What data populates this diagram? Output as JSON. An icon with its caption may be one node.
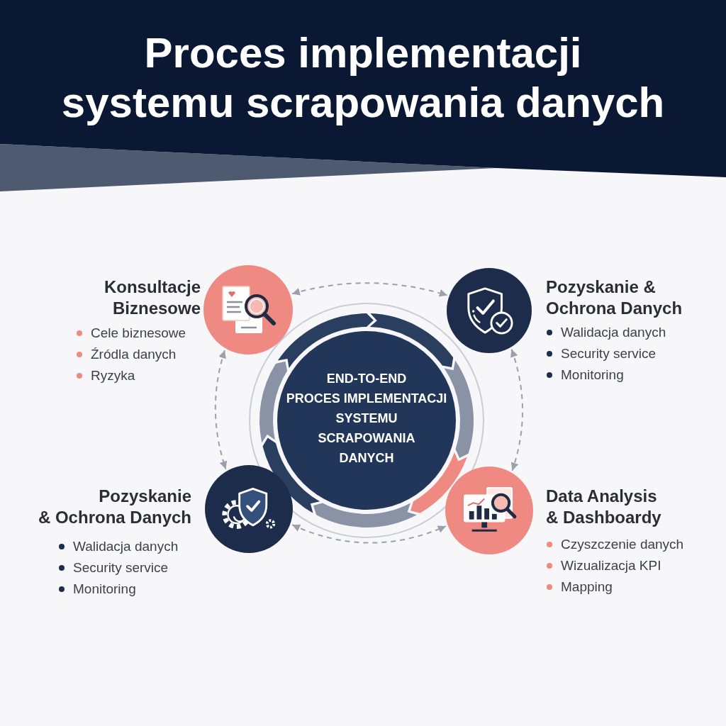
{
  "diagram": {
    "title": "Proces implementacji systemu scrapowania danych",
    "nodes": [
      {
        "text": [
          "Konsultacje Biznesowe",
          "Cele biznesowe",
          "Źródla danych",
          "Ryzyka"
        ]
      },
      {
        "text": [
          "Pozyskanie & Ochrona Danych",
          "Walidacja danych",
          "Security service",
          "Monitoring"
        ]
      },
      {
        "text": [
          "END-TO-END PROCES IMPLEMENTACJI SYSTEMU SCRAPOWANIA DANYCH"
        ]
      },
      {
        "text": [
          "Pozyskanie & Ochrona Danych",
          "Walidacja danych",
          "Security service",
          "Monitoring"
        ]
      },
      {
        "text": [
          "Data Analysis & Dashboardy",
          "Czyszczenie danych",
          "Wizualizacja KPI",
          "Mapping"
        ]
      }
    ],
    "edges": [
      {
        "from": 0,
        "to": 1,
        "arrow": "both",
        "style": "dashed"
      },
      {
        "from": 1,
        "to": 4,
        "arrow": "both",
        "style": "dashed"
      },
      {
        "from": 3,
        "to": 4,
        "arrow": "both",
        "style": "dashed"
      },
      {
        "from": 0,
        "to": 3,
        "arrow": "both",
        "style": "dashed"
      }
    ]
  }
}
